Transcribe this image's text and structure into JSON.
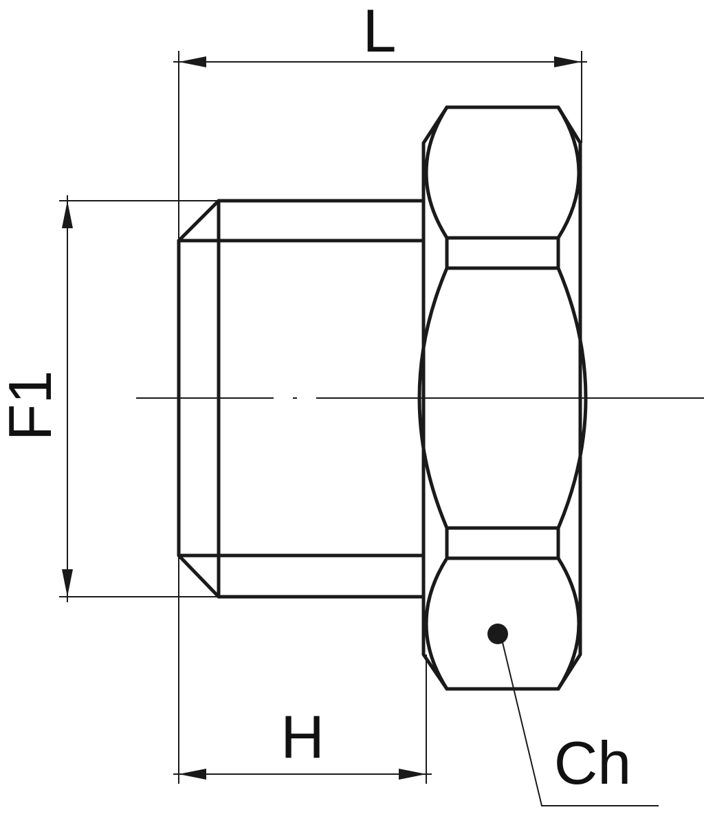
{
  "dimensions": {
    "length_label": "L",
    "thread_diameter_label": "F1",
    "thread_length_label": "H",
    "hex_label": "Ch"
  },
  "colors": {
    "line": "#1a1a1a",
    "background": "#ffffff"
  }
}
